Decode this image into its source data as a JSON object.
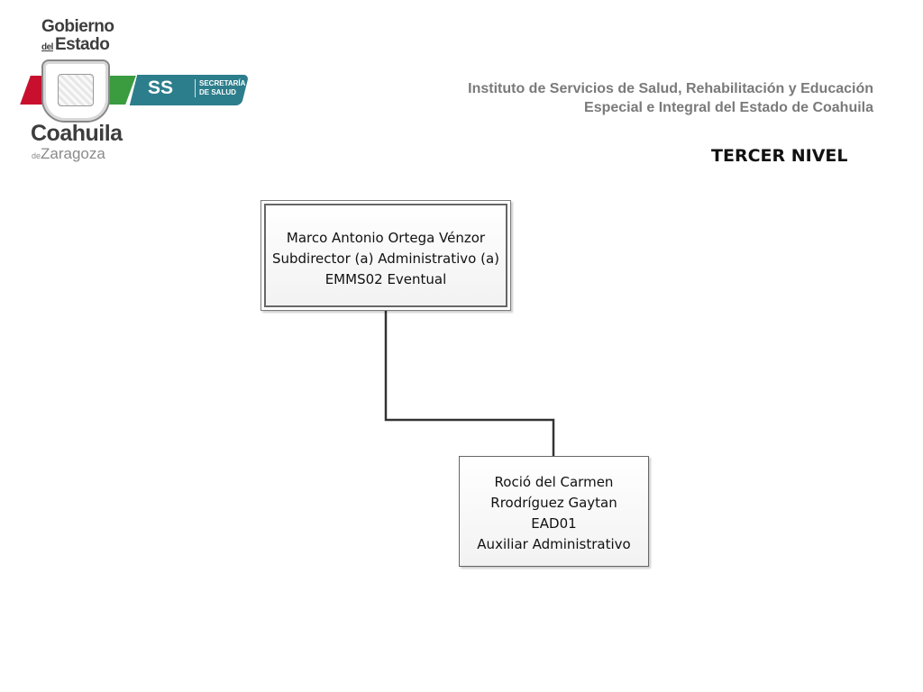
{
  "logo": {
    "gov_line1": "Gobierno",
    "gov_del": "del",
    "gov_line2": "Estado",
    "ss_mark": "SS",
    "ss_line1": "SECRETARÍA",
    "ss_line2": "DE SALUD",
    "state": "Coahuila",
    "state_de": "de",
    "state_sub": "Zaragoza",
    "colors": {
      "red": "#c8102e",
      "green": "#3b9b3f",
      "teal": "#2d7e8c"
    }
  },
  "header": {
    "institute_line1": "Instituto de Servicios de Salud, Rehabilitación y Educación",
    "institute_line2": "Especial e Integral del Estado de Coahuila",
    "level": "TERCER NIVEL"
  },
  "org_chart": {
    "top_node": {
      "name": "Marco Antonio Ortega Vénzor",
      "title": "Subdirector (a) Administrativo (a)",
      "code": "EMMS02 Eventual"
    },
    "child_node": {
      "name_line1": "Roció del Carmen",
      "name_line2": "Rrodríguez Gaytan",
      "code": "EAD01",
      "title": "Auxiliar Administrativo"
    }
  }
}
